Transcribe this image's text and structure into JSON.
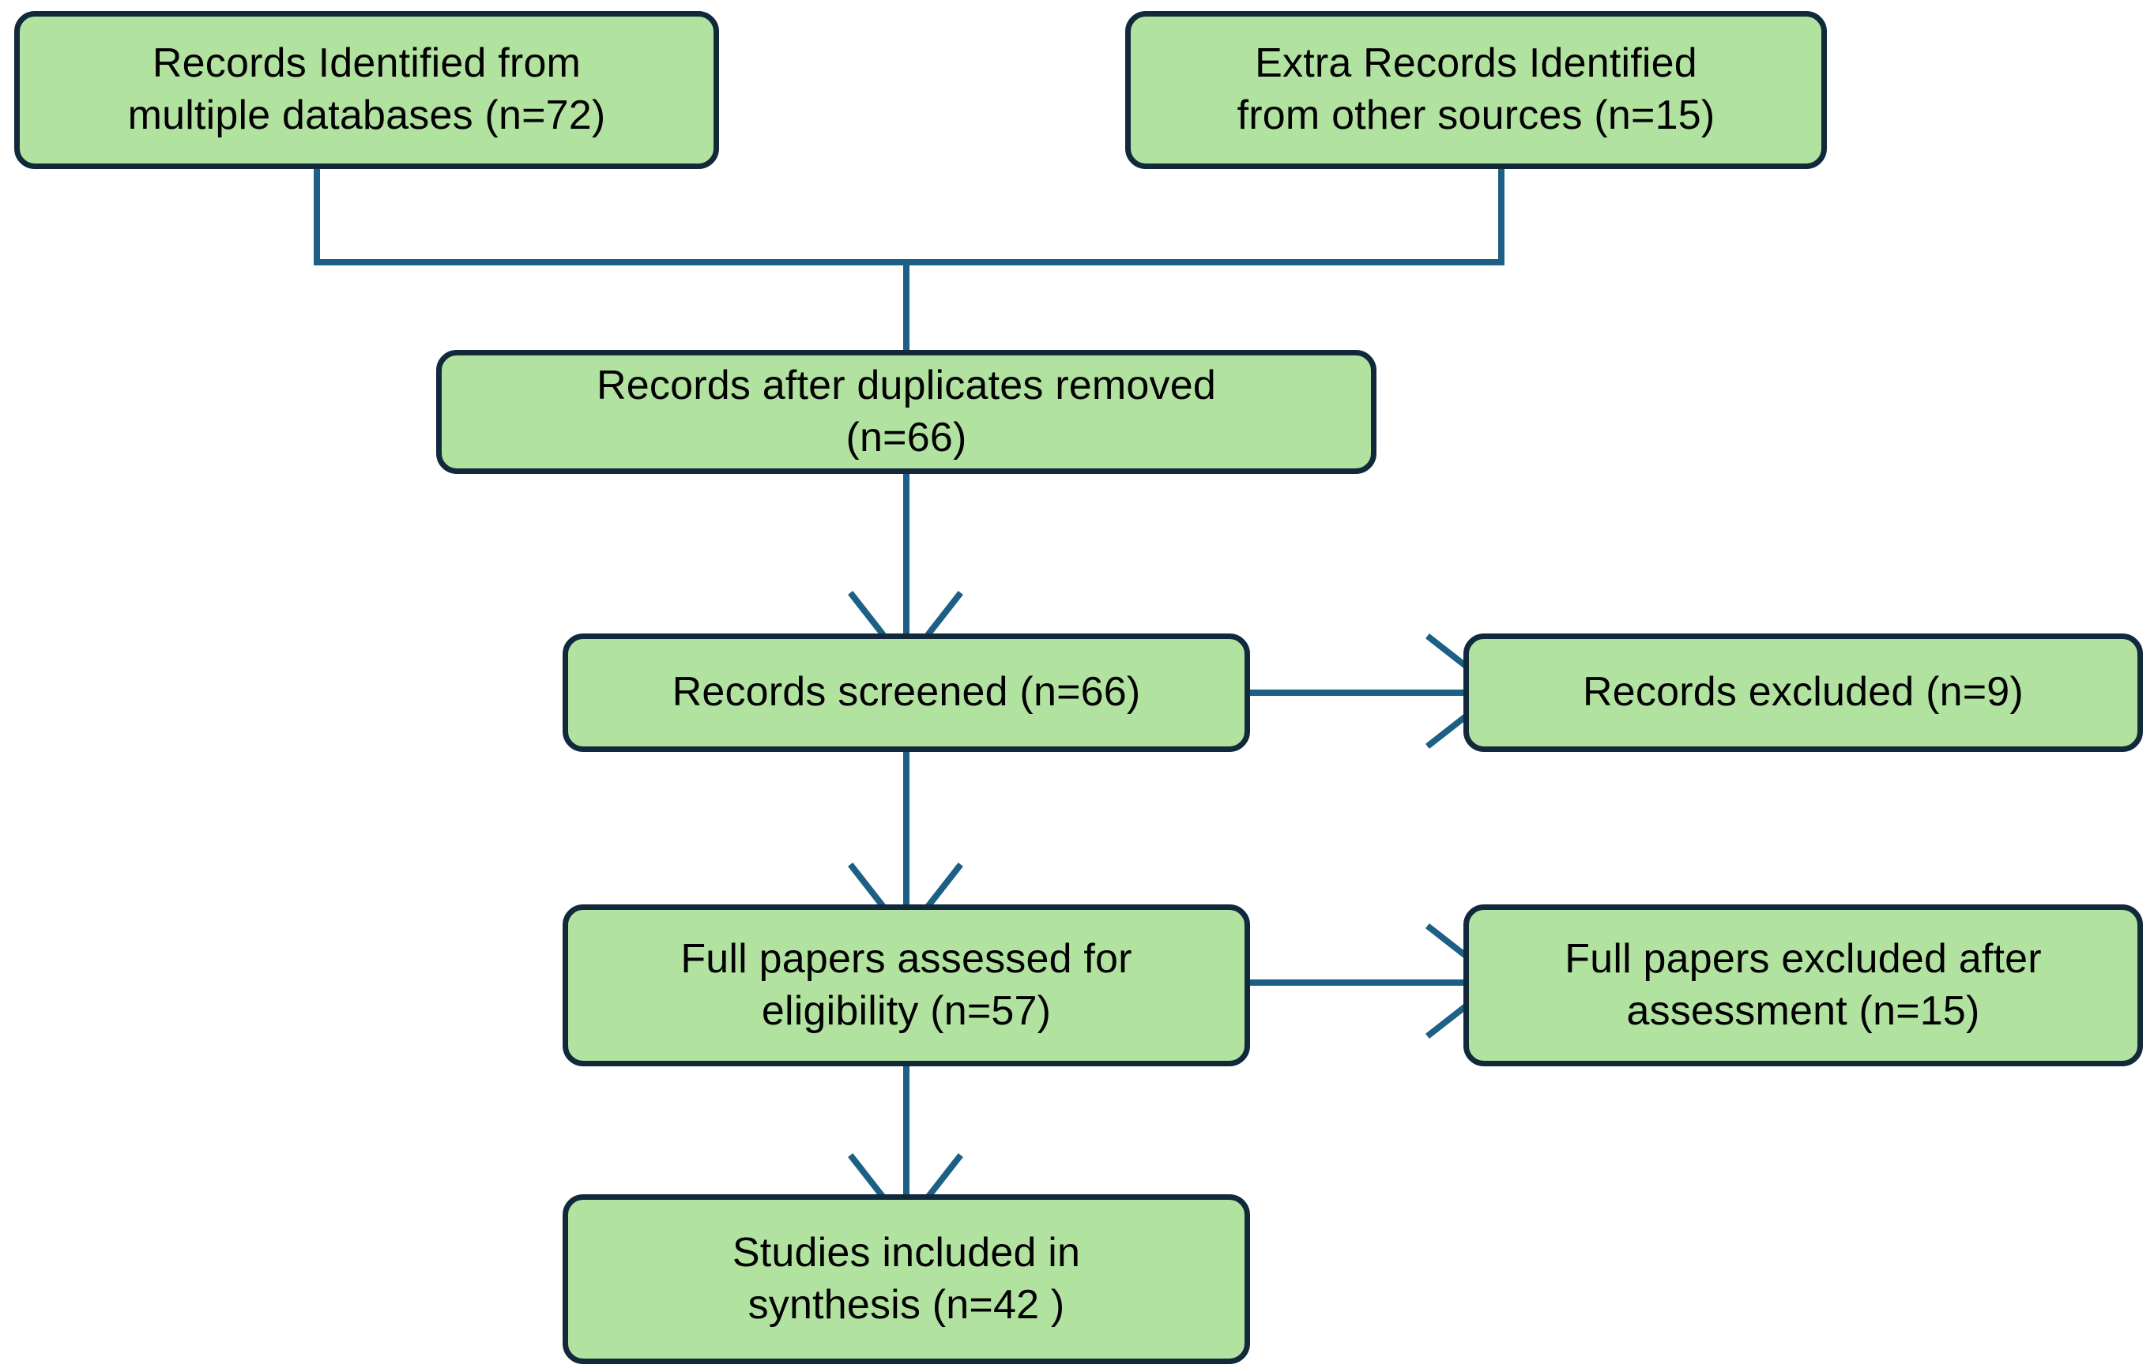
{
  "diagram": {
    "type": "prisma-flow-diagram",
    "palette": {
      "node_fill": "#b2e2a0",
      "node_border": "#12293c",
      "connector": "#1d6085",
      "text": "#000000",
      "background": "#ffffff"
    },
    "nodes": {
      "identified": {
        "id": "records-identified",
        "text": "Records Identified from\nmultiple databases (n=72)",
        "count": 72
      },
      "extra": {
        "id": "extra-records-identified",
        "text": "Extra Records Identified\nfrom other sources (n=15)",
        "count": 15
      },
      "duplicates": {
        "id": "records-after-duplicates-removed",
        "text": "Records after duplicates removed\n(n=66)",
        "count": 66
      },
      "screened": {
        "id": "records-screened",
        "text": "Records screened (n=66)",
        "count": 66
      },
      "excluded": {
        "id": "records-excluded",
        "text": "Records excluded (n=9)",
        "count": 9
      },
      "fulltext": {
        "id": "full-papers-assessed-for-eligibility",
        "text": "Full papers assessed for\neligibility  (n=57)",
        "count": 57
      },
      "fulltext_excluded": {
        "id": "full-papers-excluded-after-assessment",
        "text": "Full papers excluded after\nassessment  (n=15)",
        "count": 15
      },
      "included": {
        "id": "studies-included-in-synthesis",
        "text": "Studies included in\nsynthesis (n=42 )",
        "count": 42
      }
    },
    "edges": [
      {
        "from": "identified",
        "to": "duplicates",
        "style": "bracket-merge"
      },
      {
        "from": "extra",
        "to": "duplicates",
        "style": "bracket-merge"
      },
      {
        "from": "duplicates",
        "to": "screened",
        "style": "arrow-down"
      },
      {
        "from": "screened",
        "to": "excluded",
        "style": "arrow-right"
      },
      {
        "from": "screened",
        "to": "fulltext",
        "style": "arrow-down"
      },
      {
        "from": "fulltext",
        "to": "fulltext_excluded",
        "style": "arrow-right"
      },
      {
        "from": "fulltext",
        "to": "included",
        "style": "arrow-down"
      }
    ]
  }
}
